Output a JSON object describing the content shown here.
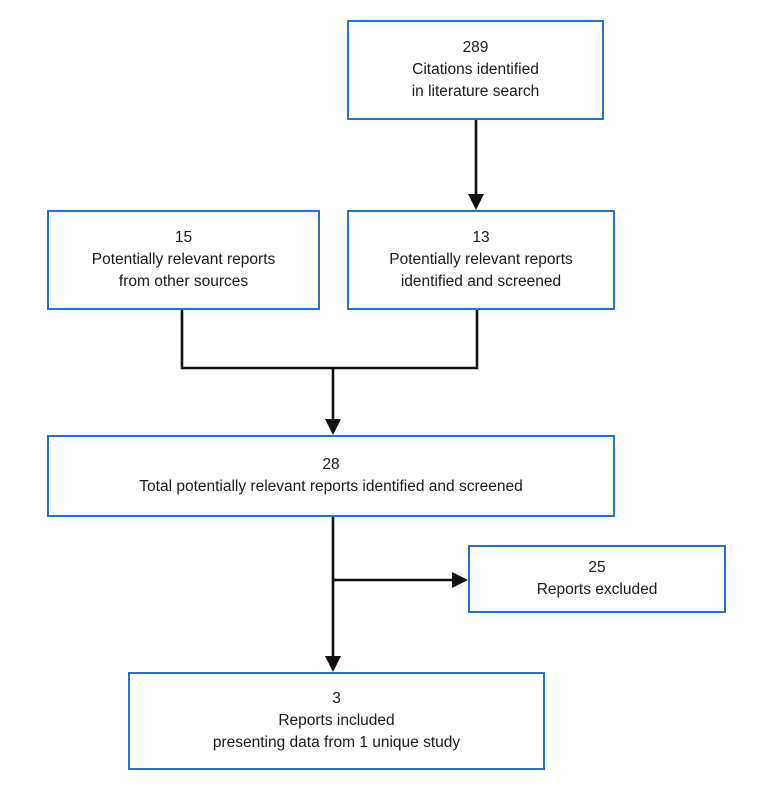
{
  "diagram": {
    "type": "prisma-study-flow",
    "accent_color": "#2a72c8",
    "connector_color": "#111111",
    "background_color": "#ffffff",
    "nodes": [
      {
        "id": "identified",
        "count": "289",
        "lines": [
          "289",
          "Citations identified",
          "in literature search"
        ]
      },
      {
        "id": "other-sources",
        "count": "15",
        "lines": [
          "15",
          "Potentially relevant reports",
          "from other sources"
        ]
      },
      {
        "id": "screened",
        "count": "13",
        "lines": [
          "13",
          "Potentially relevant reports",
          "identified and screened"
        ]
      },
      {
        "id": "total",
        "count": "28",
        "lines": [
          "28",
          "Total potentially relevant reports identified and screened"
        ]
      },
      {
        "id": "excluded",
        "count": "25",
        "lines": [
          "25",
          "Reports excluded"
        ]
      },
      {
        "id": "included",
        "count": "3",
        "lines": [
          "3",
          "Reports included",
          "presenting data from 1 unique study"
        ]
      }
    ],
    "edges": [
      {
        "from": "identified",
        "to": "screened",
        "kind": "arrow-down"
      },
      {
        "from": "other-sources",
        "to": "total",
        "kind": "merge-down"
      },
      {
        "from": "screened",
        "to": "total",
        "kind": "merge-down"
      },
      {
        "from": "total",
        "to": "excluded",
        "kind": "arrow-right"
      },
      {
        "from": "total",
        "to": "included",
        "kind": "arrow-down"
      }
    ]
  }
}
